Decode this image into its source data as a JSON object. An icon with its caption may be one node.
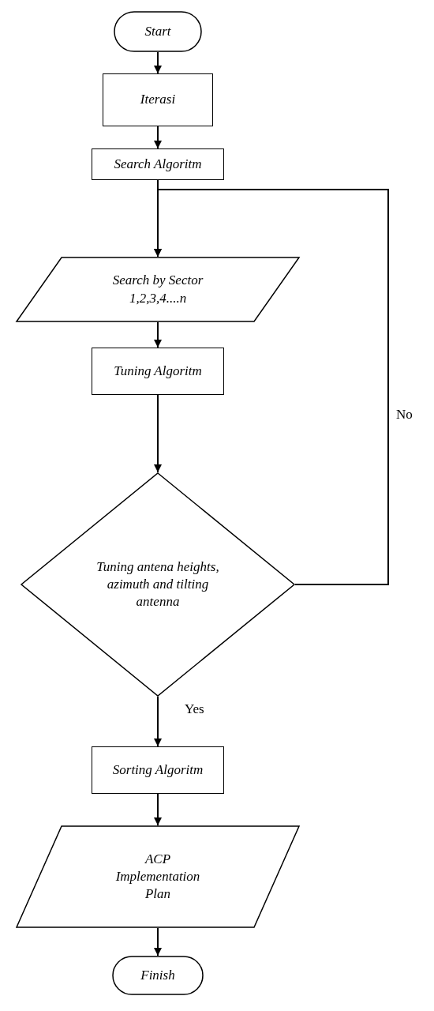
{
  "diagram": {
    "nodes": [
      {
        "text": [
          "Start"
        ]
      },
      {
        "text": [
          "Iterasi"
        ]
      },
      {
        "text": [
          "Search Algoritm"
        ]
      },
      {
        "text": [
          "Search by Sector 1,2,3,4....n"
        ]
      },
      {
        "text": [
          "Tuning Algoritm"
        ]
      },
      {
        "text": [
          "Tuning antena heights, azimuth and tilting antenna"
        ]
      },
      {
        "text": [
          "Sorting Algoritm"
        ]
      },
      {
        "text": [
          "ACP Implementation Plan"
        ]
      },
      {
        "text": [
          "Finish"
        ]
      }
    ],
    "edges": [
      {
        "from": 0,
        "to": 1,
        "arrow": "to"
      },
      {
        "from": 1,
        "to": 2,
        "arrow": "to"
      },
      {
        "from": 2,
        "to": 3,
        "arrow": "to"
      },
      {
        "from": 3,
        "to": 4,
        "arrow": "to"
      },
      {
        "from": 4,
        "to": 5,
        "arrow": "to"
      },
      {
        "from": 5,
        "to": 6,
        "arrow": "to",
        "label": "Yes"
      },
      {
        "from": 5,
        "to": 3,
        "arrow": "to",
        "label": "No"
      },
      {
        "from": 6,
        "to": 7,
        "arrow": "to"
      },
      {
        "from": 7,
        "to": 8,
        "arrow": "to"
      }
    ]
  }
}
